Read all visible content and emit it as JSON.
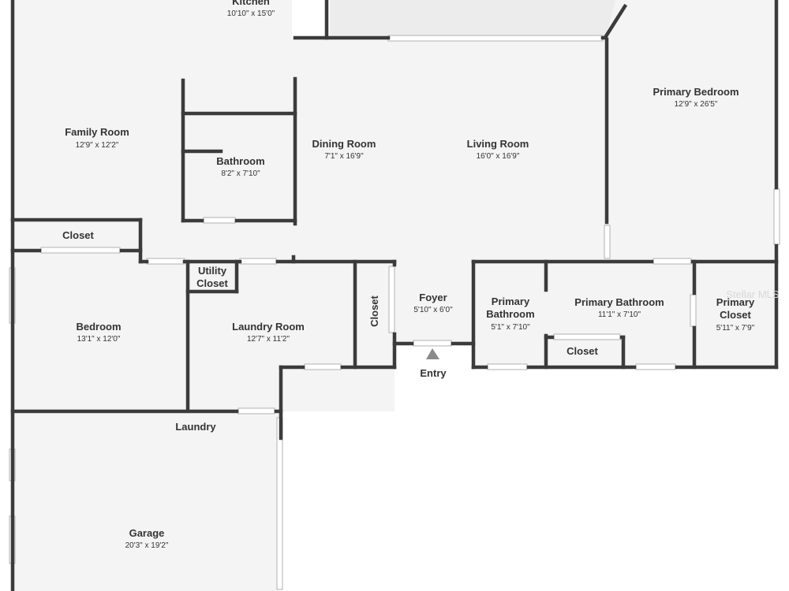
{
  "rooms": {
    "kitchen": {
      "name": "Kitchen",
      "dims": "10'10\" x 15'0\""
    },
    "family_room": {
      "name": "Family Room",
      "dims": "12'9\" x 12'2\""
    },
    "bathroom": {
      "name": "Bathroom",
      "dims": "8'2\" x 7'10\""
    },
    "dining_room": {
      "name": "Dining Room",
      "dims": "7'1\" x 16'9\""
    },
    "living_room": {
      "name": "Living Room",
      "dims": "16'0\" x 16'9\""
    },
    "primary_bedroom": {
      "name": "Primary Bedroom",
      "dims": "12'9\" x 26'5\""
    },
    "closet_west": {
      "name": "Closet"
    },
    "utility_closet": {
      "line1": "Utility",
      "line2": "Closet"
    },
    "bedroom": {
      "name": "Bedroom",
      "dims": "13'1\" x 12'0\""
    },
    "laundry_room": {
      "name": "Laundry Room",
      "dims": "12'7\" x 11'2\""
    },
    "closet_foyer": {
      "name": "Closet"
    },
    "foyer": {
      "name": "Foyer",
      "dims": "5'10\" x 6'0\""
    },
    "primary_bathroom_small": {
      "line1": "Primary",
      "line2": "Bathroom",
      "dims": "5'1\" x 7'10\""
    },
    "primary_bathroom": {
      "name": "Primary Bathroom",
      "dims": "11'1\" x 7'10\""
    },
    "closet_bath": {
      "name": "Closet"
    },
    "primary_closet": {
      "line1": "Primary",
      "line2": "Closet",
      "dims": "5'11\" x 7'9\""
    },
    "laundry_label": {
      "name": "Laundry"
    },
    "garage": {
      "name": "Garage",
      "dims": "20'3\" x 19'2\""
    }
  },
  "entry_label": "Entry",
  "watermark": "Stellar MLS"
}
